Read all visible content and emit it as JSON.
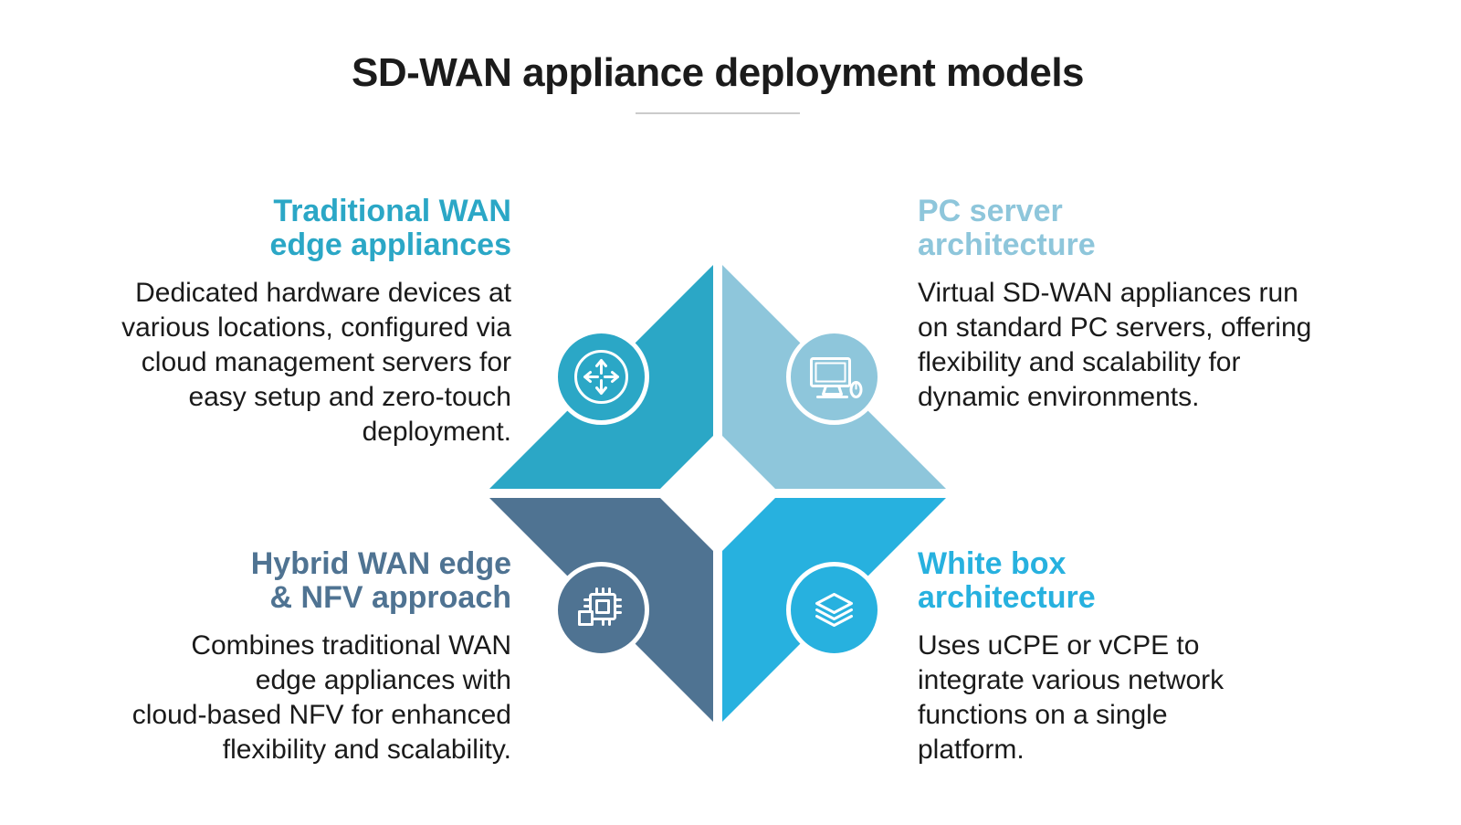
{
  "title": "SD-WAN appliance deployment models",
  "colors": {
    "background": "#FFFFFF",
    "title_text": "#1B1B1B",
    "body_text": "#1A1A1A",
    "divider": "#CBCBCB",
    "icon_stroke": "#FFFFFF",
    "teal": "#2BA7C6",
    "light_blue": "#8EC6DB",
    "slate": "#4F7392",
    "cyan": "#27B1DF"
  },
  "quadrants": {
    "top_left": {
      "heading": "Traditional WAN\nedge appliances",
      "body": "Dedicated hardware devices at\nvarious locations, configured via\ncloud management servers for\neasy setup and zero-touch\ndeployment.",
      "color": "#2BA7C6",
      "icon": "router-icon"
    },
    "top_right": {
      "heading": "PC server\narchitecture",
      "body": "Virtual SD-WAN appliances run\non standard PC servers, offering\nflexibility and scalability for\ndynamic environments.",
      "color": "#8EC6DB",
      "icon": "pc-monitor-icon"
    },
    "bottom_left": {
      "heading": "Hybrid WAN edge\n& NFV approach",
      "body": "Combines traditional WAN\nedge appliances with\ncloud-based NFV for enhanced\nflexibility and scalability.",
      "color": "#4F7392",
      "icon": "chip-icon"
    },
    "bottom_right": {
      "heading": "White box\narchitecture",
      "body": "Uses uCPE or vCPE to\nintegrate various network\nfunctions on a single\nplatform.",
      "color": "#27B1DF",
      "icon": "layers-icon"
    }
  }
}
